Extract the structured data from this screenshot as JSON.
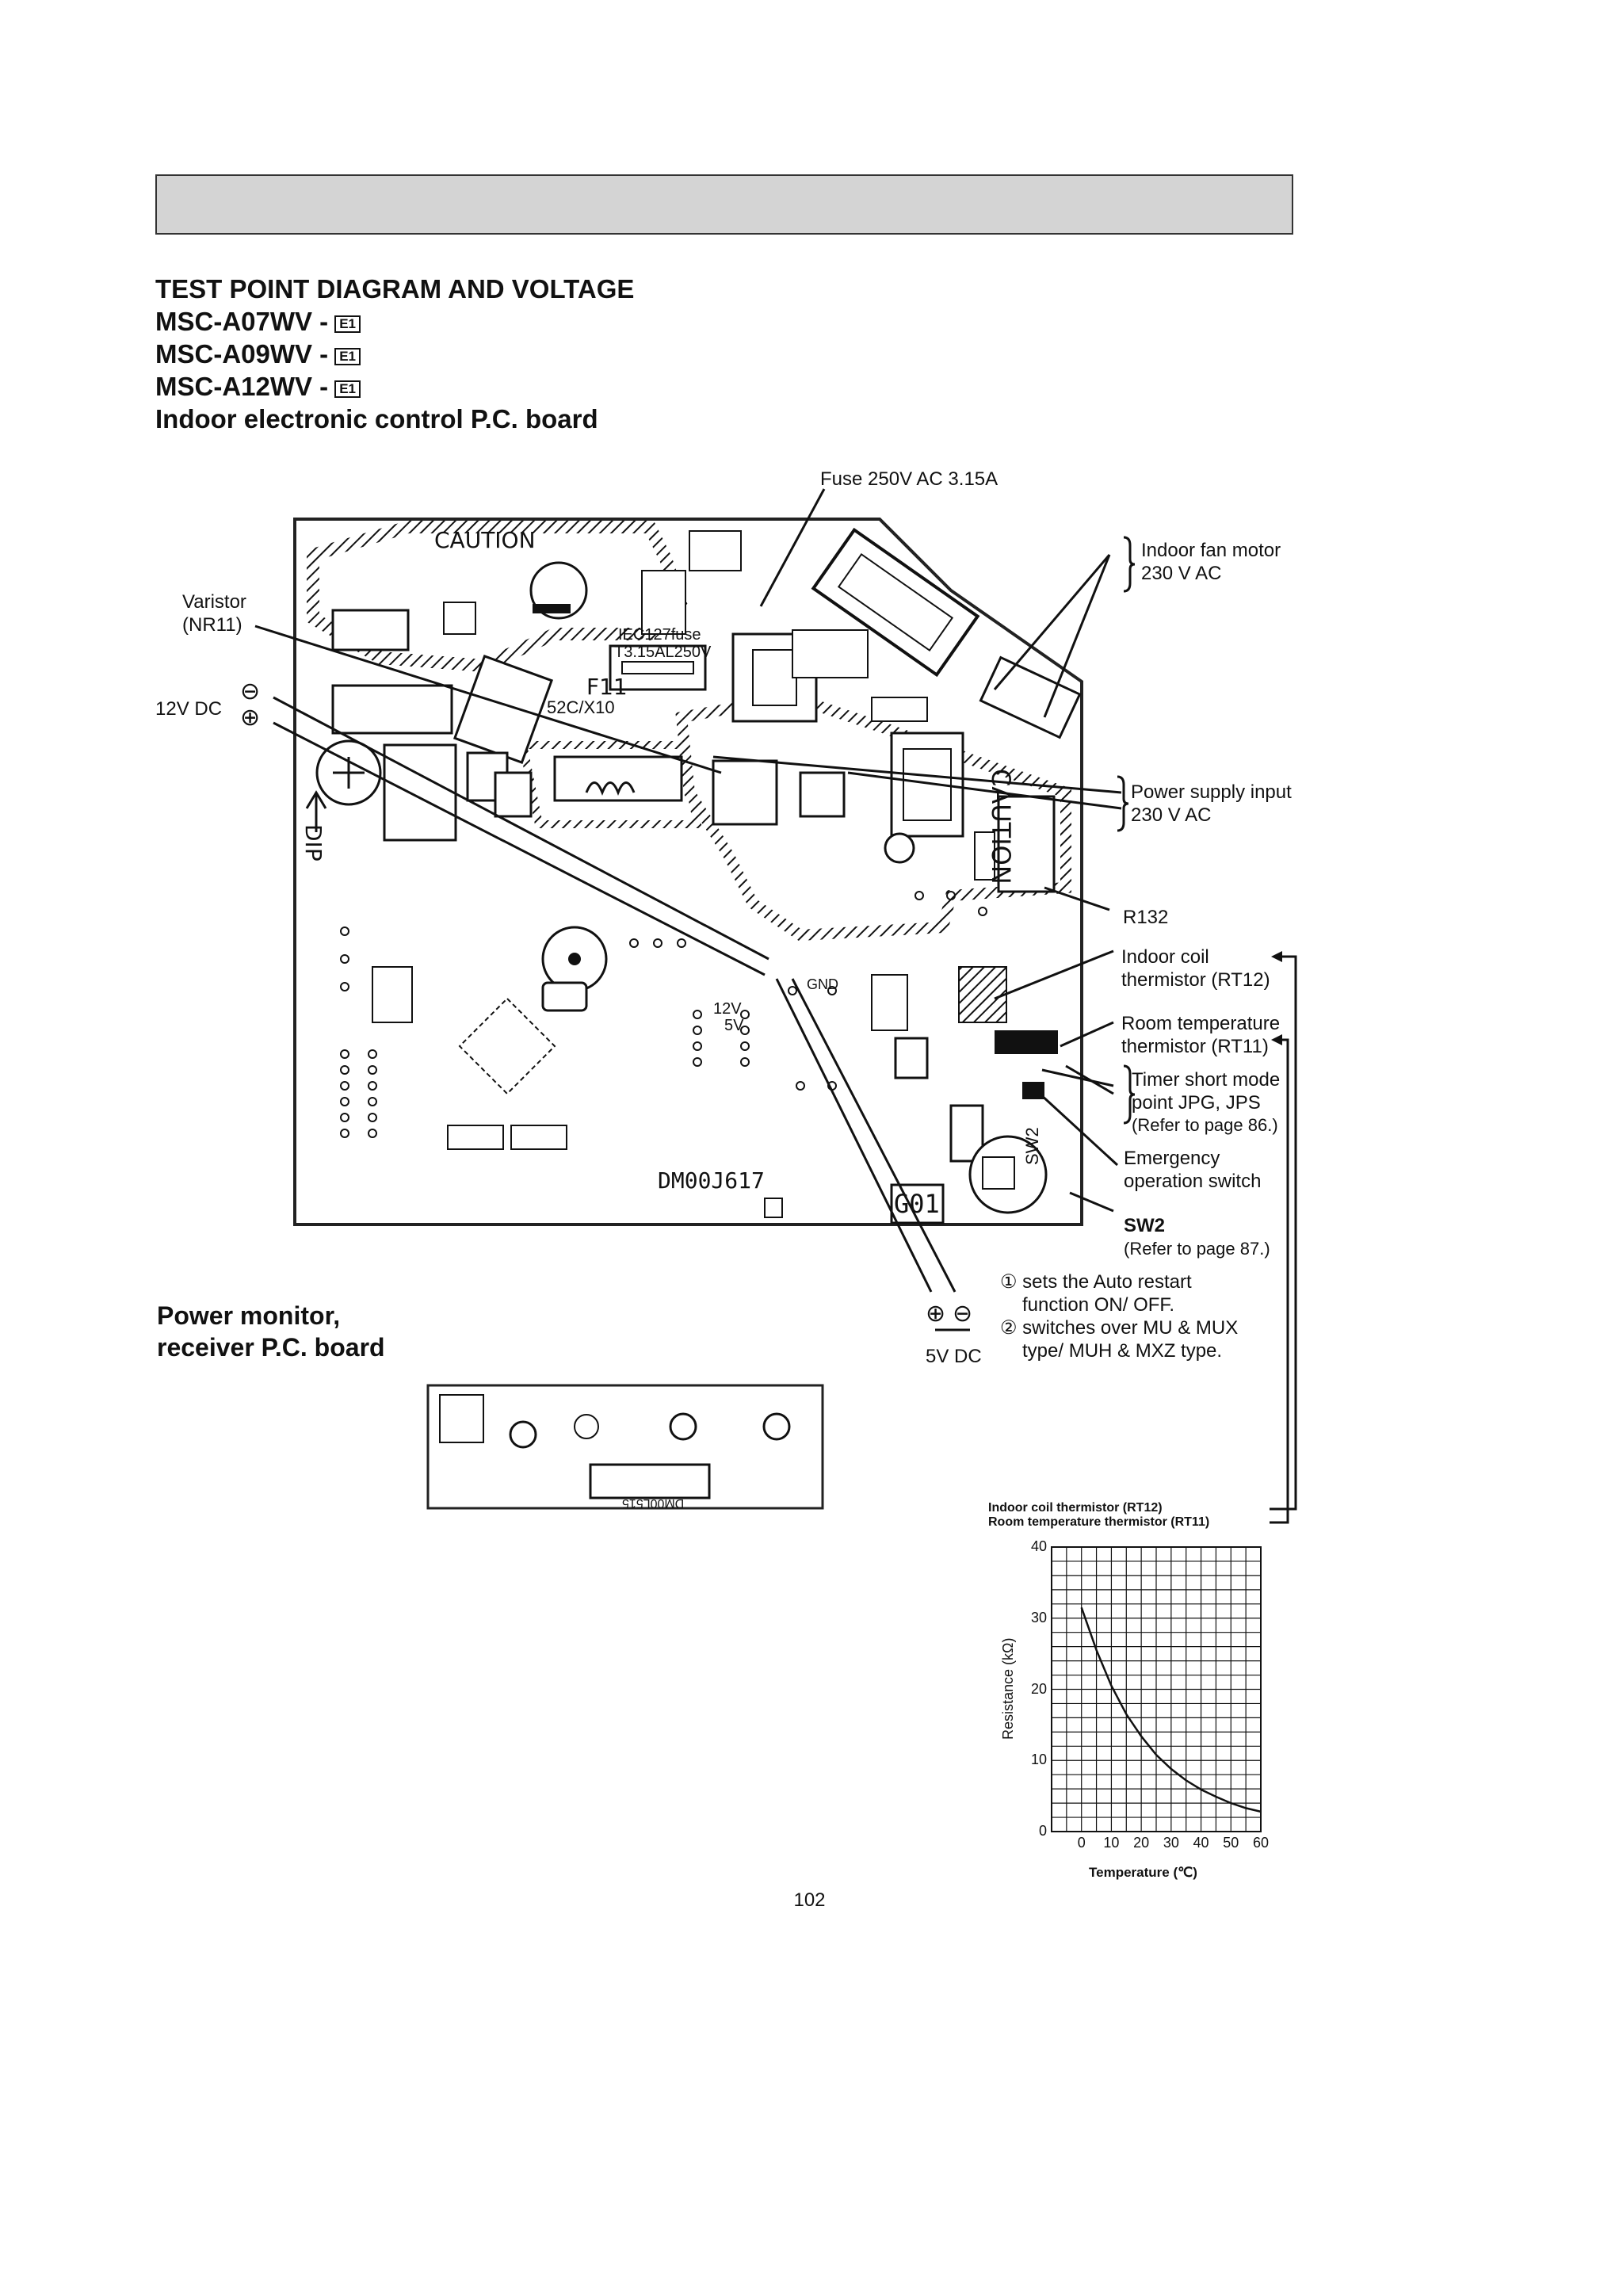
{
  "titles": {
    "main": "TEST POINT DIAGRAM AND VOLTAGE",
    "model1": "MSC-A07WV -",
    "model2": "MSC-A09WV -",
    "model3": "MSC-A12WV -",
    "badge": "E1",
    "board": "Indoor electronic control P.C. board"
  },
  "labels": {
    "fuse": "Fuse 250V AC 3.15A",
    "fan_motor_1": "Indoor fan motor",
    "fan_motor_2": "230 V AC",
    "varistor_1": "Varistor",
    "varistor_2": "(NR11)",
    "v12dc": "12V DC",
    "minus": "⊖",
    "plus": "⊕",
    "power_supply_1": "Power supply input",
    "power_supply_2": "230 V AC",
    "r132": "R132",
    "coil_1": "Indoor coil",
    "coil_2": "thermistor (RT12)",
    "room_1": "Room temperature",
    "room_2": "thermistor (RT11)",
    "timer_1": "Timer short mode",
    "timer_2": "point JPG, JPS",
    "timer_3": "(Refer to page 86.)",
    "emerg_1": "Emergency",
    "emerg_2": "operation switch",
    "sw2": "SW2",
    "sw2_ref": "(Refer to page 87.)",
    "note1_a": "① sets the Auto restart",
    "note1_b": "function ON/ OFF.",
    "note2_a": "② switches over MU & MUX",
    "note2_b": "type/ MUH & MXZ type.",
    "v5dc": "5V DC",
    "pm_1": "Power monitor,",
    "pm_2": "receiver P.C. board",
    "pcb_caution": "CAUTION",
    "pcb_caution_side": "CAUTION",
    "pcb_part": "DM00J617",
    "pcb_g01": "G01",
    "pcb_sw2": "SW2",
    "pcb_dip": "DIP",
    "pcb_f11": "F11",
    "pcb_fuse": "IEC127fuse",
    "pcb_fuse2": "T3.15AL250V",
    "pcb_52c": "52C/X10",
    "pcb_12v": "12V",
    "pcb_5v": "5V",
    "pcb_gnd": "GND",
    "pcb2_part": "DM00L515",
    "page": "102"
  },
  "chart_data": {
    "type": "line",
    "title_line1": "Indoor coil thermistor (RT12)",
    "title_line2": "Room temperature thermistor (RT11)",
    "xlabel": "Temperature  (℃)",
    "ylabel": "Resistance  (kΩ)",
    "xlim": [
      -10,
      60
    ],
    "ylim": [
      0,
      40
    ],
    "x_ticks": [
      0,
      10,
      20,
      30,
      40,
      50,
      60
    ],
    "y_ticks": [
      0,
      10,
      20,
      30,
      40
    ],
    "grid": true,
    "series": [
      {
        "x": [
          0,
          5,
          10,
          15,
          20,
          25,
          30,
          35,
          40,
          45,
          50,
          55,
          60
        ],
        "y": [
          31.5,
          25.5,
          20.5,
          16.5,
          13.4,
          10.8,
          8.8,
          7.2,
          5.9,
          4.9,
          4.0,
          3.3,
          2.8
        ]
      }
    ]
  }
}
